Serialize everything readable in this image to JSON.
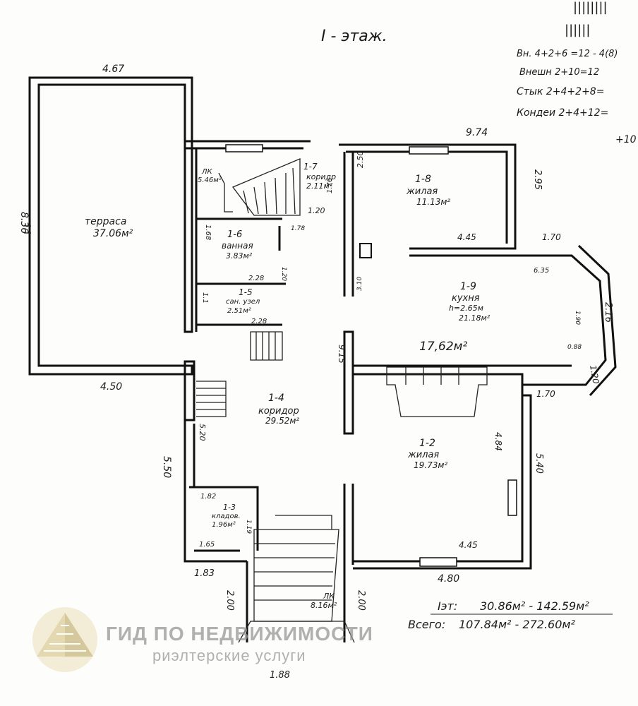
{
  "floor_title": "I - этаж.",
  "notes": {
    "tally_1": "||||||||",
    "tally_2": "||||||",
    "line_1": "Вн. 4+2+6 =12 - 4(8)",
    "line_2": "Внешн 2+10=12",
    "line_3": "Стык 2+4+2+8=",
    "line_4": "Кондеи 2+4+12=",
    "line_5": "+10"
  },
  "rooms": {
    "terrace": {
      "name": "терраса",
      "area": "37.06м²"
    },
    "r1_7": {
      "id": "1-7",
      "name": "коридр",
      "area": "2.11м²"
    },
    "lk_top": {
      "name": "ЛК",
      "area": "5.46м²"
    },
    "r1_8": {
      "id": "1-8",
      "name": "жилая",
      "area": "11.13м²"
    },
    "r1_6": {
      "id": "1-6",
      "name": "ванная",
      "area": "3.83м²"
    },
    "r1_5": {
      "id": "1-5",
      "name": "сан. узел",
      "area": "2.51м²"
    },
    "r1_9": {
      "id": "1-9",
      "name": "кухня",
      "height": "h=2.65м",
      "area": "21.18м²",
      "handwritten": "17,62м²"
    },
    "r1_4": {
      "id": "1-4",
      "name": "коридор",
      "area": "29.52м²"
    },
    "r1_2": {
      "id": "1-2",
      "name": "жилая",
      "area": "19.73м²"
    },
    "r1_3": {
      "id": "1-3",
      "name": "кладов.",
      "area": "1.96м²"
    },
    "lk_bottom": {
      "name": "ЛК",
      "area": "8.16м²"
    }
  },
  "dimensions": {
    "d467": "4.67",
    "d836": "8.36",
    "d450": "4.50",
    "d974": "9.74",
    "d250": "2.50",
    "d295": "2.95",
    "d445a": "4.45",
    "d170a": "1.70",
    "d635": "6.35",
    "d216": "2.16",
    "d190": "1.90",
    "d088": "0.88",
    "d120a": "1.20",
    "d170b": "1.70",
    "d176": "1.76",
    "d120b": "1.20",
    "d178": "1.78",
    "d168": "1.68",
    "d228a": "2.28",
    "d120c": "1.20",
    "d11": "1.1",
    "d228b": "2.28",
    "d310": "3.10",
    "d915": "9.15",
    "d484": "4.84",
    "d540": "5.40",
    "d445b": "4.45",
    "d480": "4.80",
    "d550": "5.50",
    "d520": "5.20",
    "d182": "1.82",
    "d119": "1.19",
    "d165": "1.65",
    "d183": "1.83",
    "d200a": "2.00",
    "d200b": "2.00",
    "d188": "1.88"
  },
  "summary": {
    "floor_label": "Iэт:",
    "floor_values": "30.86м² - 142.59м²",
    "total_label": "Всего:",
    "total_values": "107.84м² - 272.60м²"
  },
  "watermark": {
    "title": "ГИД ПО НЕДВИЖИМОСТИ",
    "subtitle": "риэлтерские услуги"
  }
}
